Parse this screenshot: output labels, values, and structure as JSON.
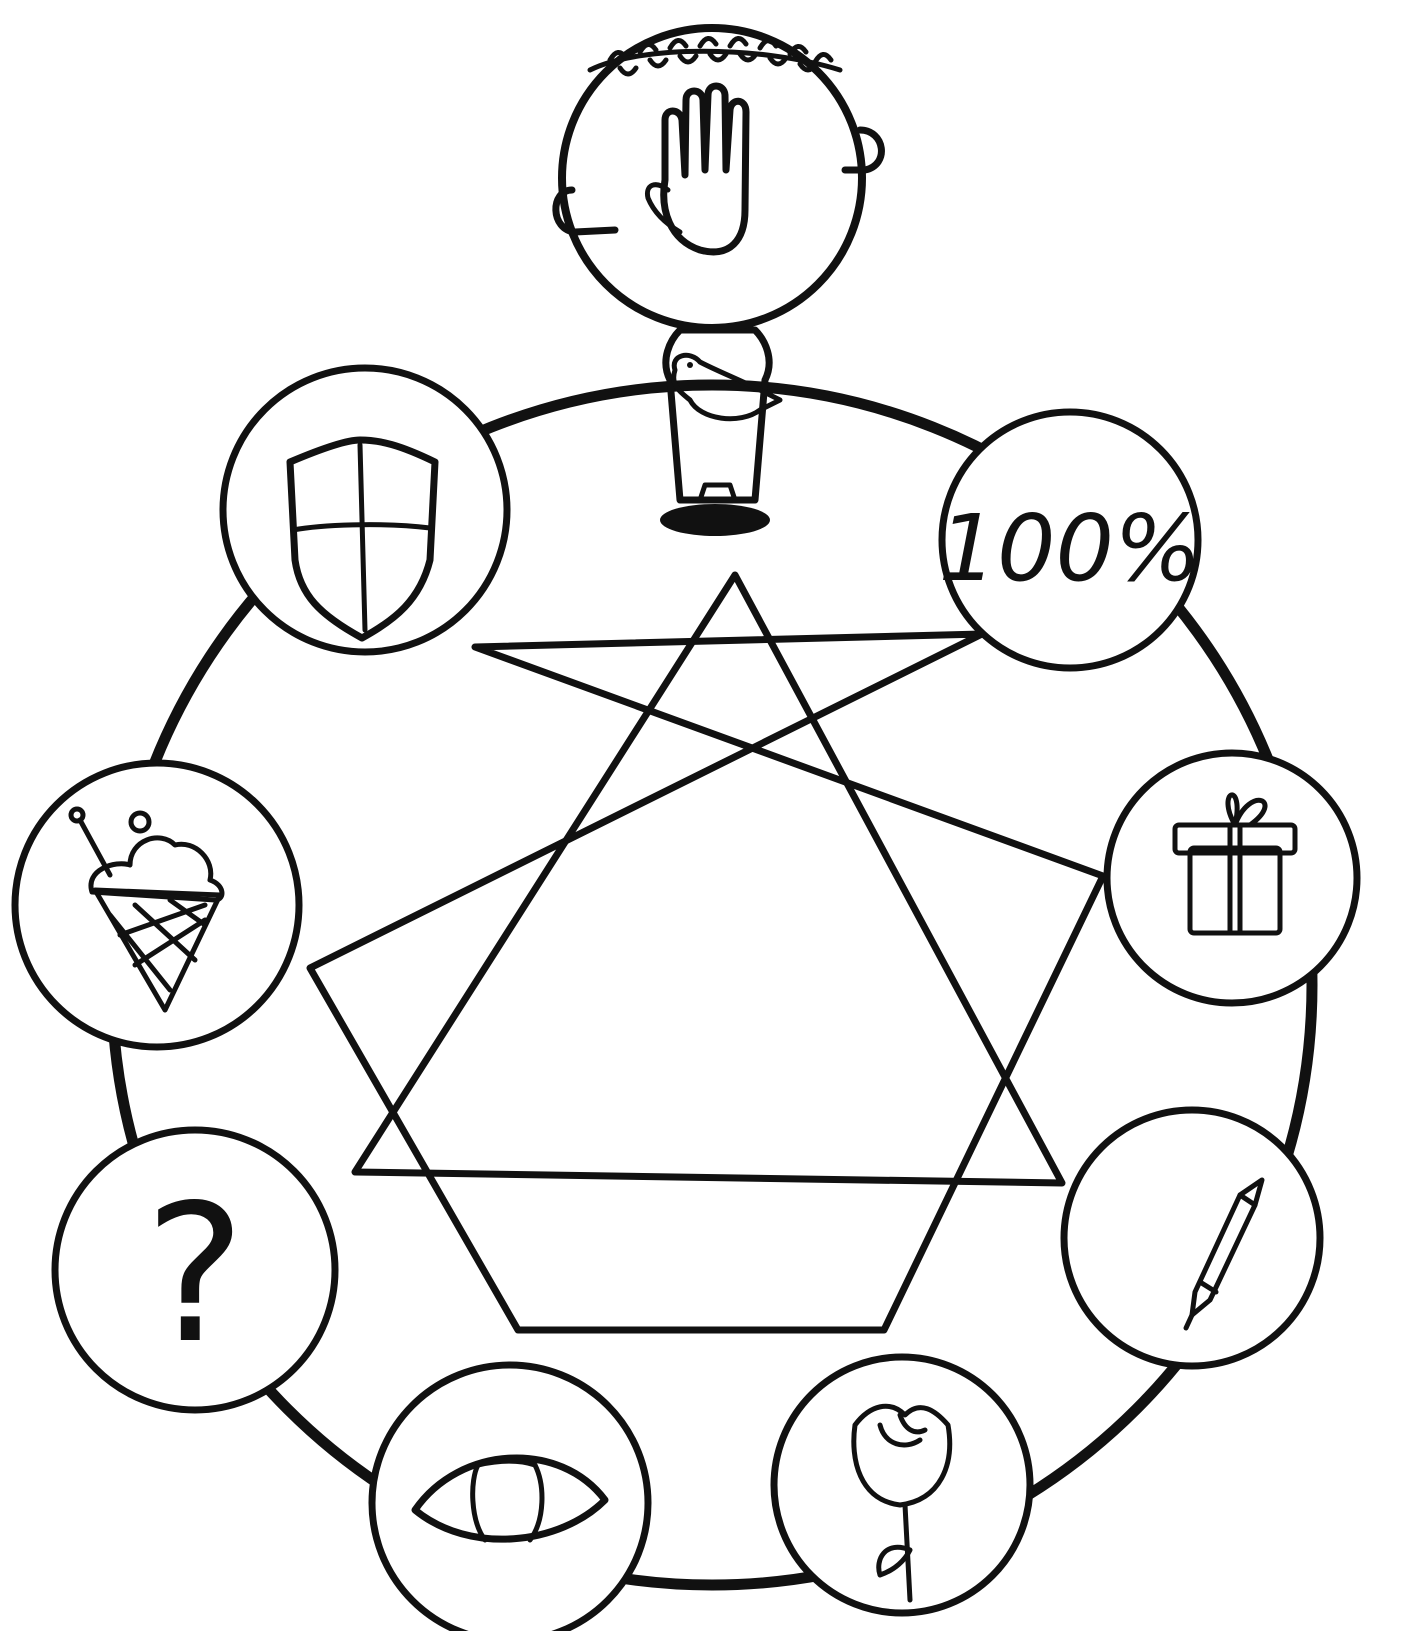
{
  "diagram": {
    "figures": 9,
    "colors": {
      "ink": "#111111",
      "paper": "#ffffff"
    },
    "nodes": [
      {
        "position": 1,
        "icon": "hand-figure-icon",
        "text": ""
      },
      {
        "position": 2,
        "icon": "percent-icon",
        "text": "100%"
      },
      {
        "position": 3,
        "icon": "gift-icon",
        "text": ""
      },
      {
        "position": 4,
        "icon": "pen-icon",
        "text": ""
      },
      {
        "position": 5,
        "icon": "rose-icon",
        "text": ""
      },
      {
        "position": 6,
        "icon": "eye-icon",
        "text": ""
      },
      {
        "position": 7,
        "icon": "question-mark-icon",
        "text": "?"
      },
      {
        "position": 8,
        "icon": "ice-cream-icon",
        "text": ""
      },
      {
        "position": 9,
        "icon": "shield-icon",
        "text": ""
      }
    ]
  }
}
